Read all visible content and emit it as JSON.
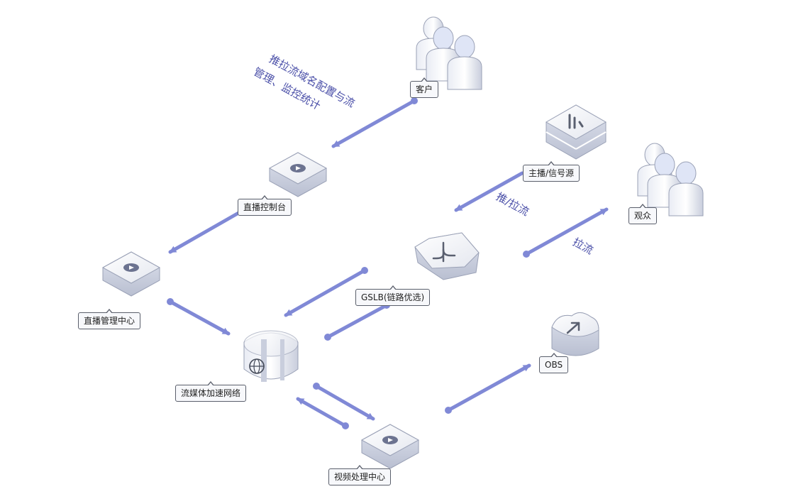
{
  "nodes": {
    "customer": {
      "label": "客户"
    },
    "console": {
      "label": "直播控制台"
    },
    "mgmt": {
      "label": "直播管理中心"
    },
    "cdn": {
      "label": "流媒体加速网络"
    },
    "gslb": {
      "label": "GSLB(链路优选)"
    },
    "anchor": {
      "label": "主播/信号源"
    },
    "viewers": {
      "label": "观众"
    },
    "obs": {
      "label": "OBS"
    },
    "video": {
      "label": "视频处理中心"
    }
  },
  "annotations": {
    "config_line1": "推拉流域名配置与流",
    "config_line2": "管理、监控统计",
    "push_pull": "推/拉流",
    "pull": "拉流"
  },
  "colors": {
    "arrow": "#8089d6",
    "text_accent": "#4a4fa8"
  }
}
